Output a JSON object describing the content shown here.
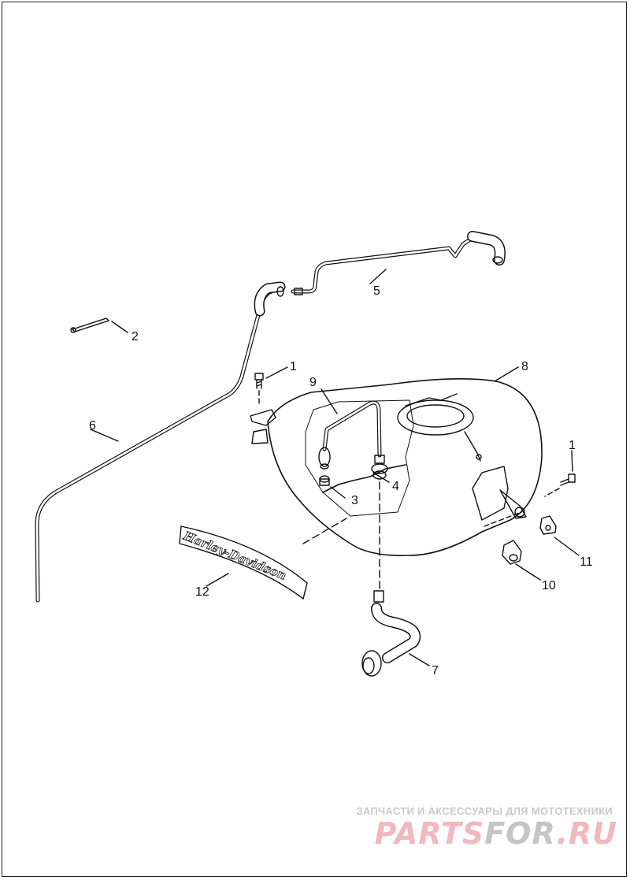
{
  "diagram": {
    "callouts": [
      {
        "id": "1a",
        "label": "1"
      },
      {
        "id": "1b",
        "label": "1"
      },
      {
        "id": "2",
        "label": "2"
      },
      {
        "id": "3",
        "label": "3"
      },
      {
        "id": "4",
        "label": "4"
      },
      {
        "id": "5",
        "label": "5"
      },
      {
        "id": "6",
        "label": "6"
      },
      {
        "id": "7",
        "label": "7"
      },
      {
        "id": "8",
        "label": "8"
      },
      {
        "id": "9",
        "label": "9"
      },
      {
        "id": "10",
        "label": "10"
      },
      {
        "id": "11",
        "label": "11"
      },
      {
        "id": "12",
        "label": "12"
      }
    ],
    "emblem_text": "Harley-Davidson"
  },
  "watermark": {
    "tagline": "ЗАПЧАСТИ И АКСЕССУАРЫ ДЛЯ МОТОТЕХНИКИ",
    "logo_part1": "PARTS",
    "logo_part2": "FOR",
    "logo_part3": ".RU"
  },
  "colors": {
    "line": "#111111",
    "watermark_red": "#f2b8bd",
    "watermark_gray": "#c5c5c5"
  }
}
